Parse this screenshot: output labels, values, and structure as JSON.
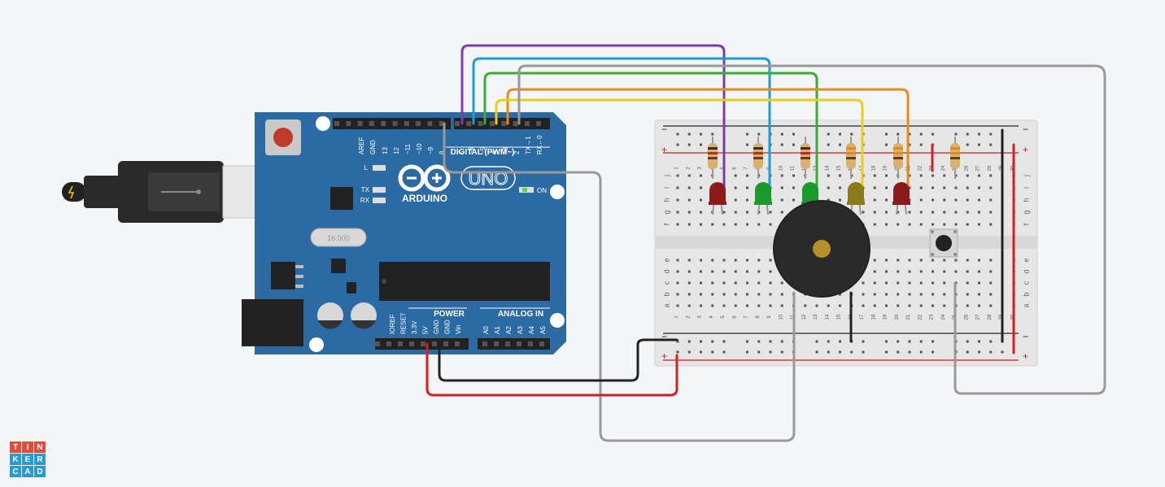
{
  "arduino": {
    "brand": "ARDUINO",
    "model": "UNO",
    "digital_label": "DIGITAL (PWM~)",
    "power_label": "POWER",
    "analog_label": "ANALOG IN",
    "on_label": "ON",
    "led_l": "L",
    "led_tx": "TX",
    "led_rx": "RX",
    "crystal_label": "16.000",
    "digital_pins": [
      "AREF",
      "GND",
      "13",
      "12",
      "~11",
      "~10",
      "~9",
      "8",
      "7",
      "~6",
      "~5",
      "4",
      "~3",
      "2",
      "TX→1",
      "RX←0"
    ],
    "power_pins": [
      "IOREF",
      "RESET",
      "3.3V",
      "5V",
      "GND",
      "GND",
      "Vin"
    ],
    "analog_pins": [
      "A0",
      "A1",
      "A2",
      "A3",
      "A4",
      "A5"
    ]
  },
  "breadboard": {
    "row_letters_top": [
      "j",
      "i",
      "h",
      "g",
      "f"
    ],
    "row_letters_bottom": [
      "e",
      "d",
      "c",
      "b",
      "a"
    ],
    "column_numbers": [
      "1",
      "2",
      "3",
      "4",
      "5",
      "6",
      "7",
      "8",
      "9",
      "10",
      "11",
      "12",
      "13",
      "14",
      "15",
      "16",
      "17",
      "18",
      "19",
      "20",
      "21",
      "22",
      "23",
      "24",
      "25",
      "26",
      "27",
      "28",
      "29",
      "30"
    ],
    "rail_minus": "−",
    "rail_plus": "+"
  },
  "leds": [
    {
      "color": "#8b1a1a"
    },
    {
      "color": "#1a9a2a"
    },
    {
      "color": "#1a9a2a"
    },
    {
      "color": "#8a7a1a"
    },
    {
      "color": "#8b1a1a"
    }
  ],
  "wire_colors": {
    "purple": "#7b3fa0",
    "blue": "#1e9ad6",
    "green": "#3aaa3a",
    "orange": "#e88a1a",
    "yellow": "#e8d01a",
    "gray": "#999999",
    "red": "#d62020",
    "black": "#222222"
  },
  "logo": {
    "letters": [
      "T",
      "I",
      "N",
      "K",
      "E",
      "R",
      "C",
      "A",
      "D"
    ],
    "colors": [
      "#e84a3a",
      "#e84a3a",
      "#e84a3a",
      "#2a9ad6",
      "#2a9ad6",
      "#2a9ad6",
      "#2a9ad6",
      "#2a9ad6",
      "#2a9ad6"
    ]
  }
}
